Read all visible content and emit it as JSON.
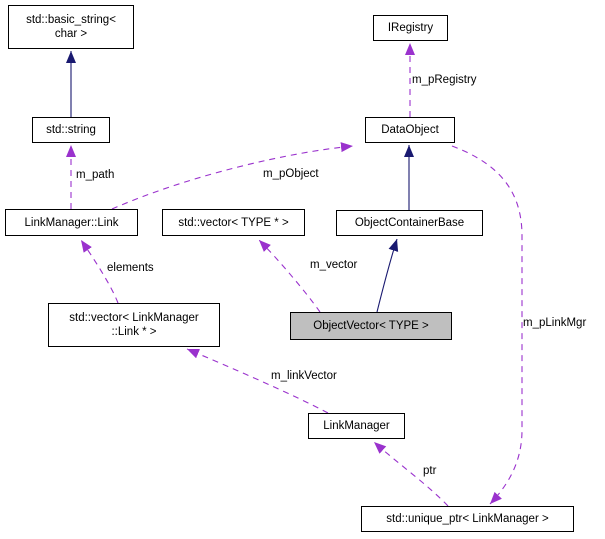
{
  "diagram": {
    "type": "uml-collaboration-diagram",
    "nodes": {
      "basic_string": {
        "lines": [
          "std::basic_string<",
          "char >"
        ]
      },
      "iregistry": {
        "lines": [
          "IRegistry"
        ]
      },
      "std_string": {
        "lines": [
          "std::string"
        ]
      },
      "data_object": {
        "lines": [
          "DataObject"
        ]
      },
      "lm_link": {
        "lines": [
          "LinkManager::Link"
        ]
      },
      "vector_type": {
        "lines": [
          "std::vector< TYPE * >"
        ]
      },
      "ocb": {
        "lines": [
          "ObjectContainerBase"
        ]
      },
      "vector_lm_link": {
        "lines": [
          "std::vector< LinkManager",
          "::Link * >"
        ]
      },
      "object_vector": {
        "lines": [
          "ObjectVector< TYPE >"
        ],
        "highlighted": true
      },
      "link_manager": {
        "lines": [
          "LinkManager"
        ]
      },
      "unique_ptr": {
        "lines": [
          "std::unique_ptr< LinkManager >"
        ]
      }
    },
    "edge_labels": {
      "m_pRegistry": "m_pRegistry",
      "m_path": "m_path",
      "m_pObject": "m_pObject",
      "elements": "elements",
      "m_vector": "m_vector",
      "m_pLinkMgr": "m_pLinkMgr",
      "m_linkVector": "m_linkVector",
      "ptr": "ptr"
    },
    "edges": [
      {
        "from": "std::string",
        "to": "std::basic_string< char >",
        "type": "inheritance",
        "label": ""
      },
      {
        "from": "ObjectContainerBase",
        "to": "DataObject",
        "type": "inheritance",
        "label": ""
      },
      {
        "from": "ObjectVector< TYPE >",
        "to": "ObjectContainerBase",
        "type": "inheritance",
        "label": ""
      },
      {
        "from": "DataObject",
        "to": "IRegistry",
        "type": "usage",
        "label": "m_pRegistry"
      },
      {
        "from": "LinkManager::Link",
        "to": "std::string",
        "type": "usage",
        "label": "m_path"
      },
      {
        "from": "LinkManager::Link",
        "to": "DataObject",
        "type": "usage",
        "label": "m_pObject"
      },
      {
        "from": "std::vector< LinkManager::Link * >",
        "to": "LinkManager::Link",
        "type": "usage",
        "label": "elements"
      },
      {
        "from": "ObjectVector< TYPE >",
        "to": "std::vector< TYPE * >",
        "type": "usage",
        "label": "m_vector"
      },
      {
        "from": "LinkManager",
        "to": "std::vector< LinkManager::Link * >",
        "type": "usage",
        "label": "m_linkVector"
      },
      {
        "from": "std::unique_ptr< LinkManager >",
        "to": "LinkManager",
        "type": "usage",
        "label": "ptr"
      },
      {
        "from": "DataObject",
        "to": "std::unique_ptr< LinkManager >",
        "type": "usage",
        "label": "m_pLinkMgr"
      }
    ],
    "colors": {
      "inheritance_edge": "#191970",
      "usage_edge": "#9a32cd",
      "node_border": "#000000",
      "node_fill": "#ffffff",
      "highlighted_node_fill": "#bfbfbf",
      "text": "#000000",
      "background": "#ffffff"
    }
  }
}
